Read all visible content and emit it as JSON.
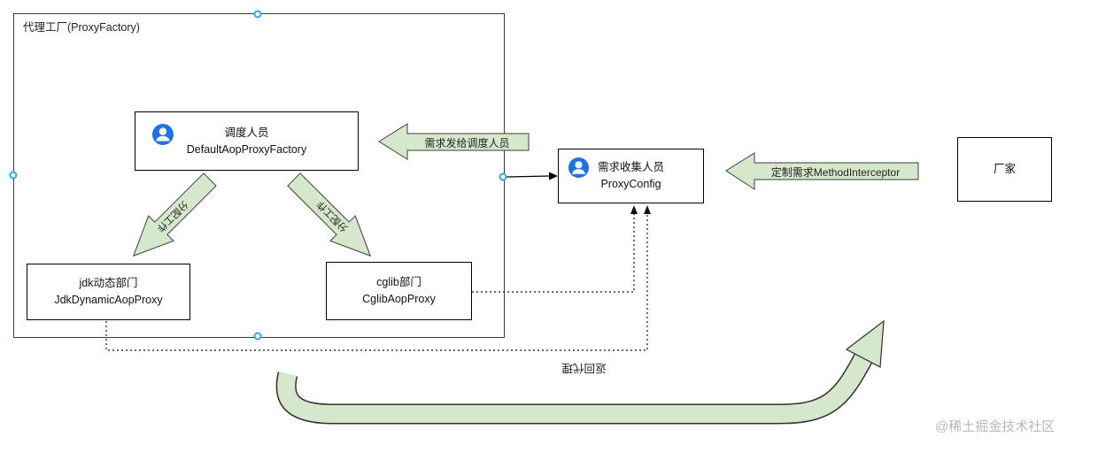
{
  "container": {
    "label": "代理工厂(ProxyFactory)"
  },
  "nodes": {
    "dispatcher": {
      "title": "调度人员",
      "subtitle": "DefaultAopProxyFactory"
    },
    "jdk": {
      "title": "jdk动态部门",
      "subtitle": "JdkDynamicAopProxy"
    },
    "cglib": {
      "title": "cglib部门",
      "subtitle": "CglibAopProxy"
    },
    "collector": {
      "title": "需求收集人员",
      "subtitle": "ProxyConfig"
    },
    "factory": {
      "title": "厂家"
    }
  },
  "arrows": {
    "send_to_dispatcher": {
      "label": "需求发给调度人员"
    },
    "custom_requirement": {
      "label": "定制需求MethodInterceptor"
    },
    "assign_left": {
      "label": "分配工作"
    },
    "assign_right": {
      "label": "分配工作"
    },
    "return_proxy": {
      "label": "返回代理"
    }
  },
  "colors": {
    "arrow_fill": "#d6e8cb",
    "arrow_stroke": "#3d3d3d",
    "handle": "#29abe2"
  },
  "watermark": "@稀土掘金技术社区"
}
